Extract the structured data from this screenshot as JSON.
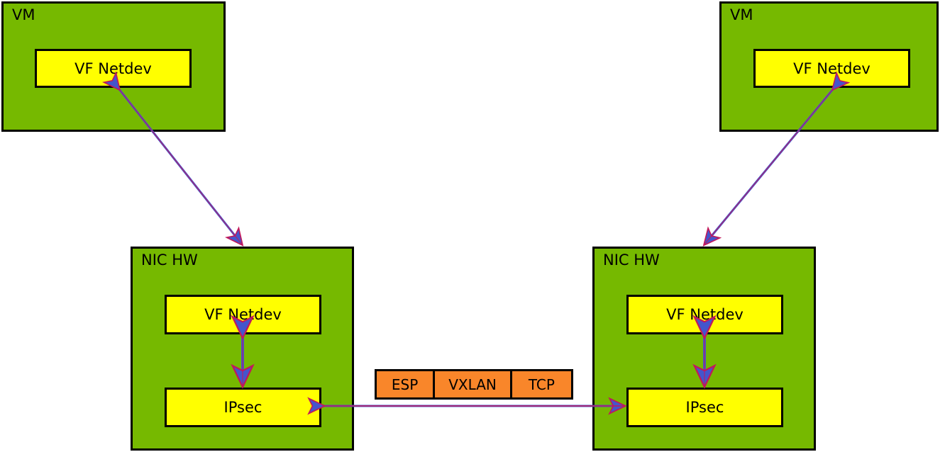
{
  "diagram": {
    "title": "IPsec offload with VXLAN between two VMs via NIC hardware",
    "colors": {
      "container_fill": "#76b900",
      "component_fill": "#ffff00",
      "packet_fill": "#f9862a",
      "border": "#000000",
      "arrow_fill": "#4455cc",
      "arrow_outline": "#c2185b"
    },
    "containers": [
      {
        "id": "vm-left",
        "label": "VM"
      },
      {
        "id": "vm-right",
        "label": "VM"
      },
      {
        "id": "nic-left",
        "label": "NIC HW"
      },
      {
        "id": "nic-right",
        "label": "NIC HW"
      }
    ],
    "components": [
      {
        "id": "vm-left-vf-netdev",
        "label": "VF Netdev"
      },
      {
        "id": "vm-right-vf-netdev",
        "label": "VF Netdev"
      },
      {
        "id": "nic-left-vf-netdev",
        "label": "VF Netdev"
      },
      {
        "id": "nic-right-vf-netdev",
        "label": "VF Netdev"
      },
      {
        "id": "nic-left-ipsec",
        "label": "IPsec"
      },
      {
        "id": "nic-right-ipsec",
        "label": "IPsec"
      }
    ],
    "packet": {
      "headers": [
        {
          "id": "esp",
          "label": "ESP"
        },
        {
          "id": "vxlan",
          "label": "VXLAN"
        },
        {
          "id": "tcp",
          "label": "TCP"
        }
      ]
    },
    "connections": [
      {
        "id": "vm-left-to-nic-left",
        "from": "vm-left-vf-netdev",
        "to": "nic-left",
        "style": "double-arrow"
      },
      {
        "id": "vm-right-to-nic-right",
        "from": "vm-right-vf-netdev",
        "to": "nic-right",
        "style": "double-arrow"
      },
      {
        "id": "nic-left-vf-to-ipsec",
        "from": "nic-left-vf-netdev",
        "to": "nic-left-ipsec",
        "style": "double-arrow"
      },
      {
        "id": "nic-right-vf-to-ipsec",
        "from": "nic-right-vf-netdev",
        "to": "nic-right-ipsec",
        "style": "double-arrow"
      },
      {
        "id": "ipsec-left-to-ipsec-right",
        "from": "nic-left-ipsec",
        "to": "nic-right-ipsec",
        "style": "double-arrow"
      }
    ]
  }
}
